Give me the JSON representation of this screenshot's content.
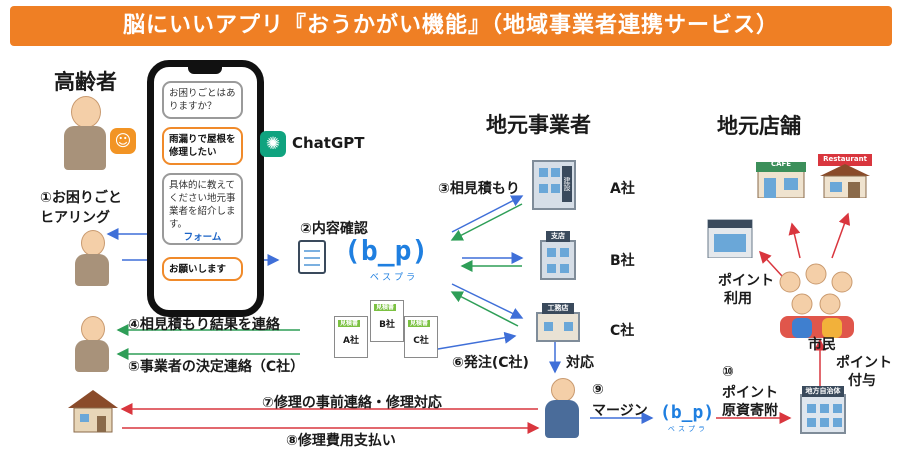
{
  "title": "脳にいいアプリ『おうかがい機能』（地域事業者連携サービス）",
  "sections": {
    "elderly": "高齢者",
    "local_business": "地元事業者",
    "local_shops": "地元店舗"
  },
  "phone_chat": {
    "bubble1": "お困りごとはありますか？",
    "bubble2": "雨漏りで屋根を修理したい",
    "bubble3": "具体的に教えてください地元事業者を紹介します。",
    "bubble3_link": "フォーム",
    "bubble4": "お願いします"
  },
  "chatgpt": {
    "label": "ChatGPT",
    "icon": "chatgpt-icon"
  },
  "steps": {
    "s1": "①お困りごと\nヒアリング",
    "s2": "②内容確認",
    "s3": "③相見積もり",
    "s4": "④相見積もり結果を連絡",
    "s5": "⑤事業者の決定連絡（C社）",
    "s6": "⑥発注(C社)",
    "s6b": "対応",
    "s7": "⑦修理の事前連絡・修理対応",
    "s8": "⑧修理費用支払い",
    "s9_num": "⑨",
    "s9": "マージン",
    "s10_num": "⑩",
    "s10a": "ポイント",
    "s10b": "原資寄附"
  },
  "companies": {
    "a": "A社",
    "b": "B社",
    "c": "C社",
    "b_sign": "支店",
    "c_sign": "工務店",
    "a_sign": "建設"
  },
  "quotes": {
    "title": "見積書",
    "a": "A社",
    "b": "B社",
    "c": "C社"
  },
  "bp_logo": {
    "text": "(b_p)",
    "sub": "ベスプラ"
  },
  "shops": {
    "cafe": "CAFE",
    "restaurant": "Restaurant",
    "point_use_1": "ポイント",
    "point_use_2": "利用",
    "citizens": "市民",
    "point_grant_1": "ポイント",
    "point_grant_2": "付与",
    "city_hall_sign": "地方自治体"
  },
  "colors": {
    "banner": "#ef7f24",
    "arrow_blue": "#3f6fd8",
    "arrow_green": "#2e9e57",
    "arrow_red": "#d9363e",
    "accent_blue": "#1f7fe0"
  }
}
